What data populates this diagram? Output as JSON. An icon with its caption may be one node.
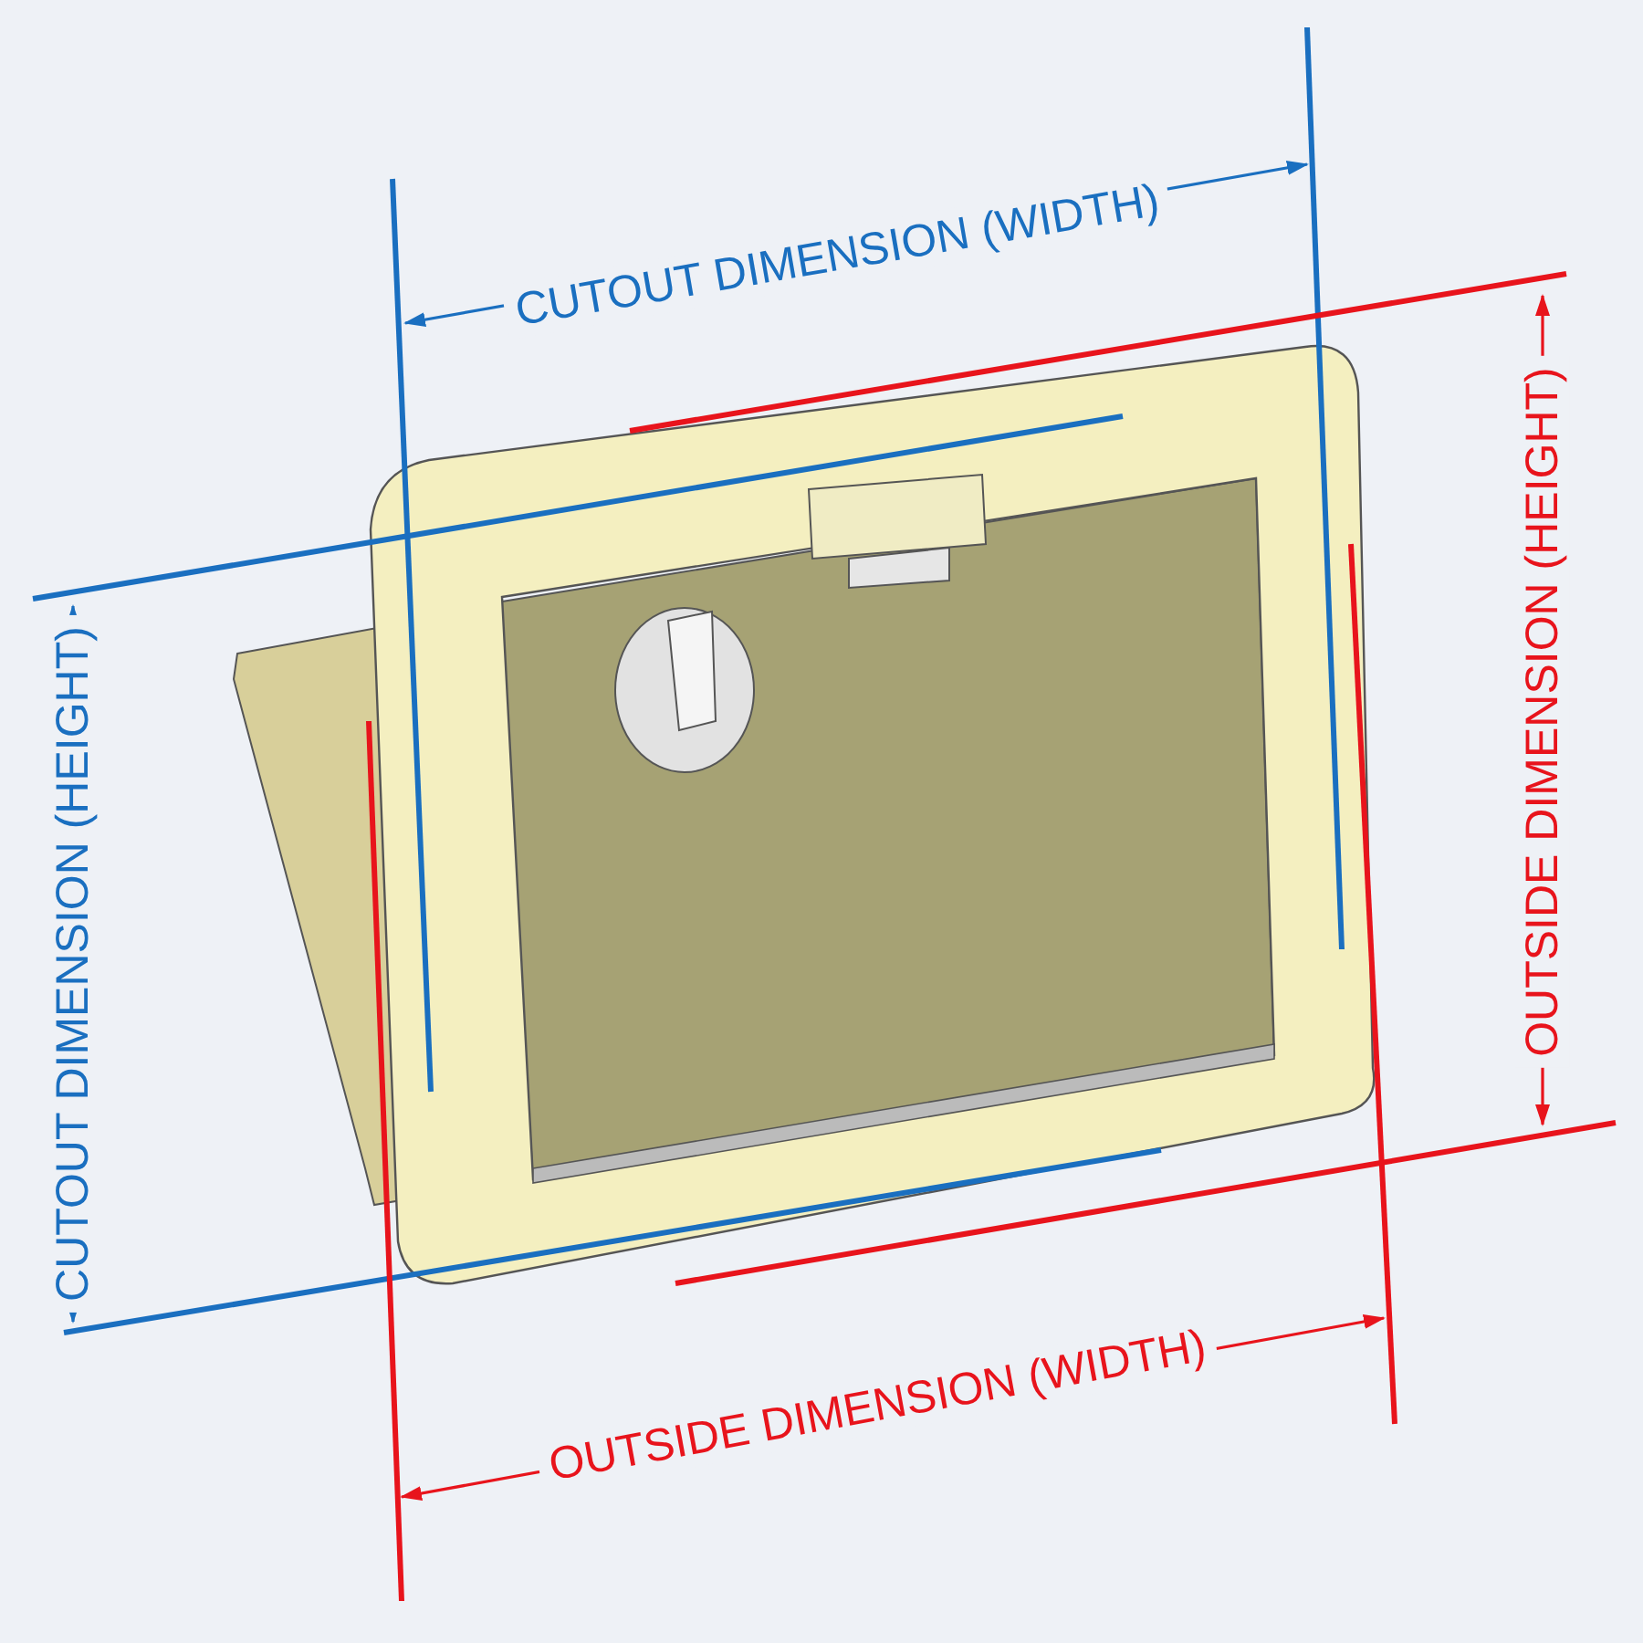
{
  "diagram": {
    "labels": [
      "CUTOUT DIMENSION (WIDTH)",
      "CUTOUT DIMENSION (HEIGHT)",
      "OUTSIDE DIMENSION (HEIGHT)",
      "OUTSIDE DIMENSION (WIDTH)"
    ]
  }
}
